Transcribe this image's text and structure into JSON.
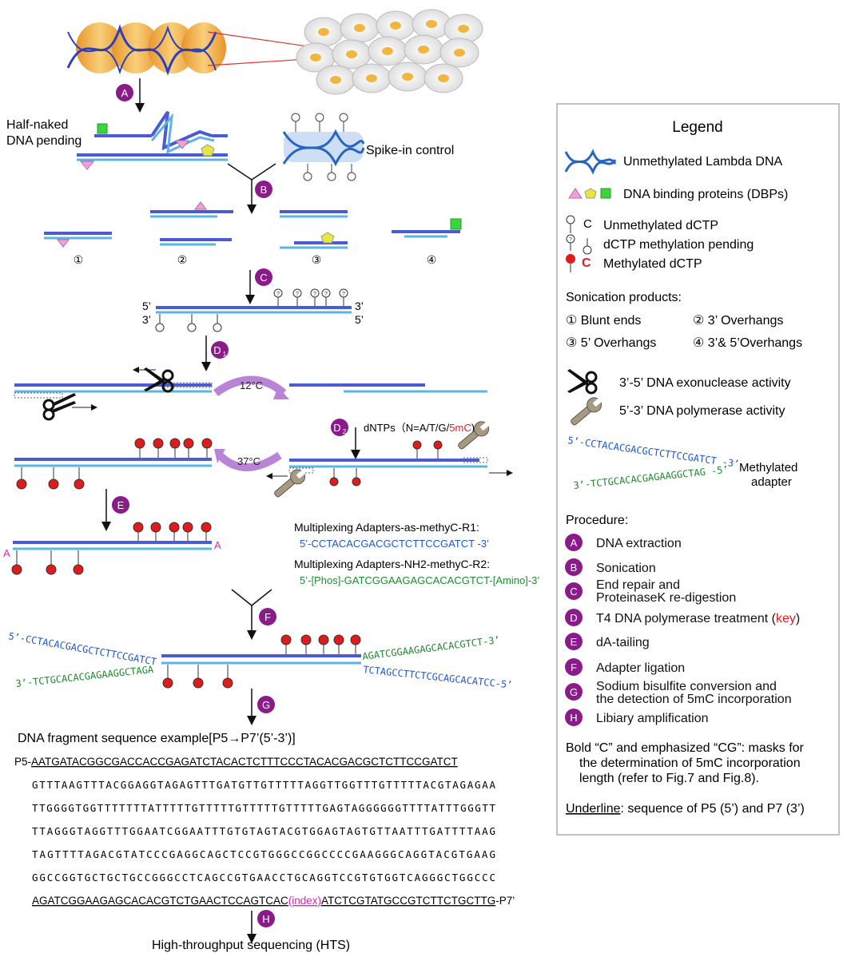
{
  "steps": {
    "A": "A",
    "B": "B",
    "C": "C",
    "D1": "D",
    "D1_sub": "1",
    "D2": "D",
    "D2_sub": "2",
    "E": "E",
    "F": "F",
    "G": "G",
    "H": "H"
  },
  "labels": {
    "half_naked": [
      "Half-naked",
      "DNA pending"
    ],
    "spike_in": "Spike-in control",
    "products": [
      "①",
      "②",
      "③",
      "④"
    ],
    "c_five_prime_top": "5’",
    "c_three_prime_top": "3’",
    "c_three_prime_bottom": "3’",
    "c_five_prime_bottom": "5’",
    "temp_cold": "12°C",
    "temp_warm": "37°C",
    "dntps_prefix": "dNTPs（N=A/T/G/",
    "dntps_5mc": "5mC",
    "dntps_suffix": ")",
    "a_tail": "A",
    "hts": "High-throughput sequencing (HTS)"
  },
  "adapters_text": {
    "r1_title": "Multiplexing Adapters-as-methyC-R1:",
    "r1_seq": "5’-CCTACACGACGCTCTTCCGATCT -3’",
    "r2_title": "Multiplexing Adapters-NH2-methyC-R2:",
    "r2_seq": "5’-[Phos]-GATCGGAAGAGCACACGTCT-[Amino]-3’"
  },
  "ligation": {
    "left_top": "5’-CCTACACGACGCTCTTCCGATCT",
    "left_bottom": "3’-TCTGCACACGAGAAGGCTAGA",
    "right_top": "AGATCGGAAGAGCACACGTCT-3’",
    "right_bottom": "TCTAGCCTTCTCGCAGCACATCC-5’"
  },
  "sequence": {
    "title": "DNA fragment sequence example[P5→P7’(5’-3’)]",
    "p5_prefix": "P5-",
    "p5": "AATGATACGGCGACCACCGAGATCTACACTCTTTCCCTACACGACGCTCTTCCGATCT",
    "lines": [
      "GTTTAAGTTTACGGAGGTAGAGTTTGATGTTGTTTTTAGGTTGGTTTGTTTTTACGTAGAGAA",
      "TTGGGGTGGTTTTTTTATTTTTGTTTTTGTTTTTGTTTTTGAGTAGGGGGGTTTTATTTGGGTT",
      "TTAGGGTAGGTTTGGAATCGGAATTTGTGTAGTACGTGGAGTAGTGTTAATTTGATTTTAAG",
      "TAGTTTTAGACGTATCCCGAGGCAGCTCCGTGGGCCGGCCCCGAAGGGCAGGTACGTGAAG",
      "GGCCGGTGCTGCTGCCGGGCCTCAGCCGTGAACCTGCAGGTCCGTGTGGTCAGGGCTGGCCC"
    ],
    "last_line_a": "AGATCGGAAGAGCACACGTCTGAACTCCAGTCAC",
    "index": "(index)",
    "last_line_b": "ATCTCGTATGCCGTCTTCTGCTTG",
    "p7_suffix": "-P7’"
  },
  "legend": {
    "title": "Legend",
    "lambda": "Unmethylated Lambda DNA",
    "dbps": "DNA binding proteins (DBPs)",
    "c_letter": "C",
    "unmeth": "Unmethylated dCTP",
    "pending": "dCTP methylation pending",
    "meth": "Methylated dCTP",
    "sonication_title": "Sonication products:",
    "son_1": "① Blunt ends",
    "son_2": "② 3’ Overhangs",
    "son_3": "③ 5’ Overhangs",
    "son_4": "④ 3’& 5’Overhangs",
    "exo": "3’-5’ DNA exonuclease activity",
    "pol": "5’-3’ DNA polymerase activity",
    "adapter_top": "5’-CCTACACGACGCTCTTCCGATCT -3’",
    "adapter_bottom": "3’-TCTGCACACGAGAAGGCTAG -5’",
    "methylated_adapter": [
      "Methylated",
      "adapter"
    ],
    "procedure_title": "Procedure:",
    "procedures": [
      {
        "key": "A",
        "text": [
          "DNA extraction"
        ]
      },
      {
        "key": "B",
        "text": [
          "Sonication"
        ]
      },
      {
        "key": "C",
        "text": [
          "End repair and",
          "ProteinaseK re-digestion"
        ]
      },
      {
        "key": "D",
        "text": [
          "T4 DNA polymerase treatment ("
        ],
        "key_word": "key",
        "tail": ")"
      },
      {
        "key": "E",
        "text": [
          "dA-tailing"
        ]
      },
      {
        "key": "F",
        "text": [
          "Adapter ligation"
        ]
      },
      {
        "key": "G",
        "text": [
          "Sodium bisulfite conversion  and",
          "the detection of 5mC incorporation"
        ]
      },
      {
        "key": "H",
        "text": [
          "Libiary amplification"
        ]
      }
    ],
    "bold_note": [
      "Bold “C” and emphasized “CG”: masks for",
      "the determination of 5mC incorporation",
      "length (refer to Fig.7 and Fig.8)."
    ],
    "underline_word": "Underline",
    "underline_note": ": sequence of P5 (5’) and P7 (3’)"
  },
  "colors": {
    "step_circle": "#8b1a8b",
    "strand_top": "#4a5bd4",
    "strand_bottom": "#5ab4e6",
    "methyl_red": "#e01b1b",
    "nuc_orange": "#f4b44a",
    "adapter_blue": "#2057d0",
    "adapter_red": "#e02020",
    "adapter_green": "#1f8a2f",
    "magenta": "#e020c0",
    "arrow_purple": "#b983d8"
  }
}
